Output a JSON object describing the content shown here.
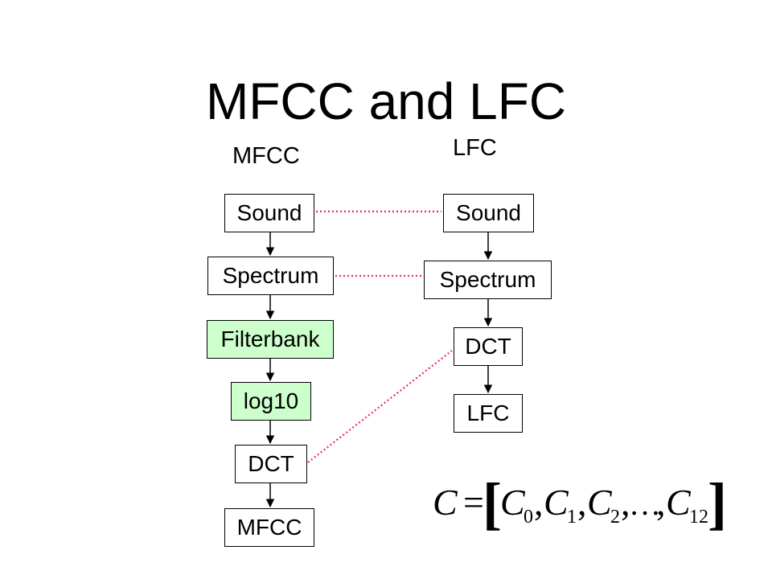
{
  "title": "MFCC and LFC",
  "columns": {
    "mfcc": {
      "label": "MFCC",
      "steps": [
        "Sound",
        "Spectrum",
        "Filterbank",
        "log10",
        "DCT",
        "MFCC"
      ]
    },
    "lfc": {
      "label": "LFC",
      "steps": [
        "Sound",
        "Spectrum",
        "DCT",
        "LFC"
      ]
    }
  },
  "colors": {
    "highlight_fill": "#ccffcc",
    "link_color": "#e8267a",
    "box_border": "#000000"
  },
  "formula": {
    "lhs": "C",
    "equals": "=",
    "open_bracket": "[",
    "close_bracket": "]",
    "terms": [
      {
        "symbol": "C",
        "sub": "0"
      },
      {
        "symbol": "C",
        "sub": "1"
      },
      {
        "symbol": "C",
        "sub": "2"
      },
      {
        "symbol": "…",
        "sub": ""
      },
      {
        "symbol": "C",
        "sub": "12"
      }
    ],
    "separator": ","
  }
}
